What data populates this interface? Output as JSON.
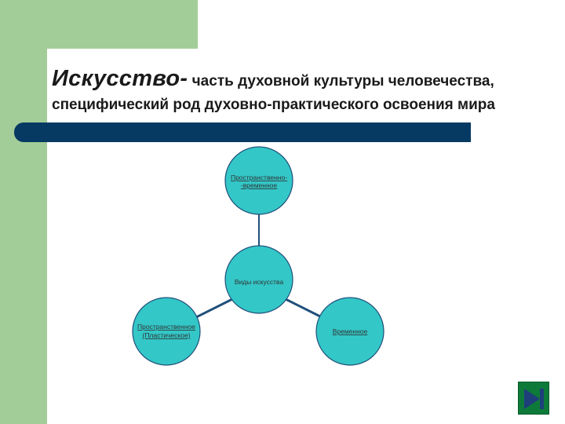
{
  "slide": {
    "title_bold": "Искусство-",
    "title_rest": " часть духовной культуры человечества,",
    "title_line2": "специфический род духовно-практического освоения мира"
  },
  "diagram": {
    "center": "Виды искусства",
    "top_line1": "Пространственно-",
    "top_line2": "-временное",
    "left_line1": "Пространственное",
    "left_line2": "(Пластическое)",
    "right": "Временное"
  },
  "colors": {
    "node_fill": "#33c7c7",
    "connector": "#1f4f7a",
    "accent_green": "#a3cd98",
    "bar_blue": "#063a63"
  },
  "nav": {
    "icon": "next-slide-icon"
  }
}
